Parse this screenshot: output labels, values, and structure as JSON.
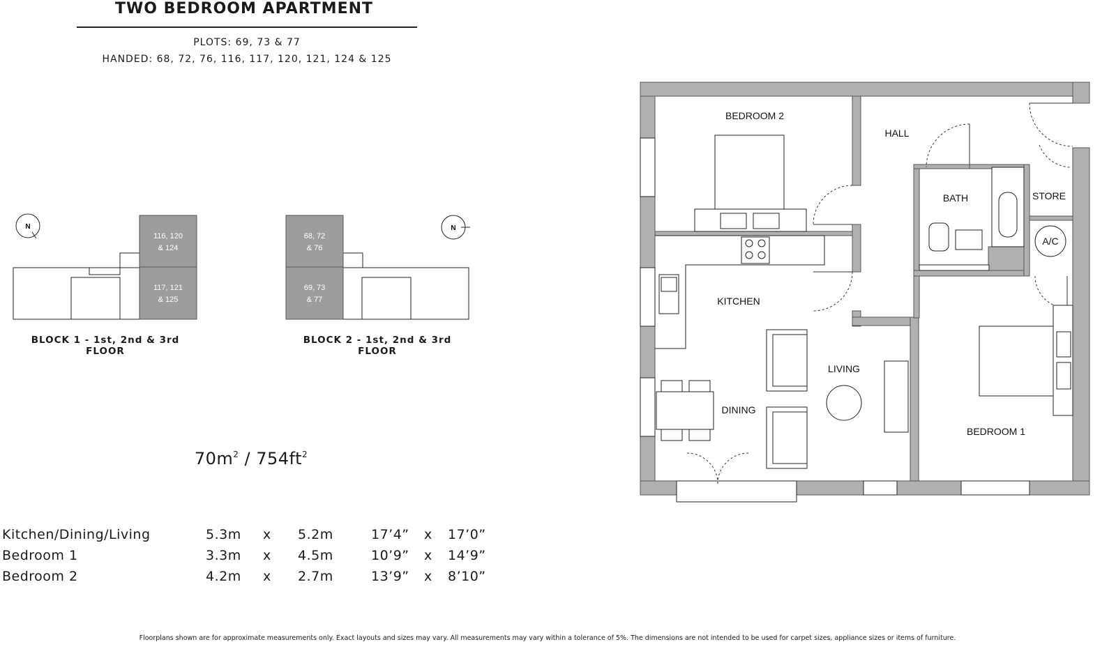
{
  "header": {
    "title": "TWO BEDROOM APARTMENT",
    "plots": "PLOTS: 69, 73 & 77",
    "handed": "HANDED: 68, 72, 76, 116, 117, 120, 121, 124 & 125"
  },
  "key_plans": [
    {
      "caption": "BLOCK 1 - 1st, 2nd & 3rd FLOOR",
      "north": "N",
      "units": [
        {
          "line1": "116, 120",
          "line2": "& 124"
        },
        {
          "line1": "117, 121",
          "line2": "& 125"
        }
      ]
    },
    {
      "caption": "BLOCK 2 - 1st, 2nd & 3rd FLOOR",
      "north": "N",
      "units": [
        {
          "line1": "68, 72",
          "line2": "& 76"
        },
        {
          "line1": "69, 73",
          "line2": "& 77"
        }
      ]
    }
  ],
  "area": {
    "metric": "70m",
    "metric_sup": "2",
    "sep": " / ",
    "imperial": "754ft",
    "imperial_sup": "2"
  },
  "room_schedule": [
    {
      "room": "Kitchen/Dining/Living",
      "m1": "5.3m",
      "x": "x",
      "m2": "5.2m",
      "f1": "17’4”",
      "f2": "17’0”"
    },
    {
      "room": "Bedroom 1",
      "m1": "3.3m",
      "x": "x",
      "m2": "4.5m",
      "f1": "10’9”",
      "f2": "14’9”"
    },
    {
      "room": "Bedroom 2",
      "m1": "4.2m",
      "x": "x",
      "m2": "2.7m",
      "f1": "13’9”",
      "f2": "8’10”"
    }
  ],
  "floorplan": {
    "rooms": {
      "bedroom2": "BEDROOM 2",
      "hall": "HALL",
      "bath": "BATH",
      "store": "STORE",
      "ac": "A/C",
      "kitchen": "KITCHEN",
      "living": "LIVING",
      "dining": "DINING",
      "bedroom1": "BEDROOM 1"
    }
  },
  "colors": {
    "wall": "#b1b1b1",
    "highlight_unit": "#9d9d9d"
  },
  "disclaimer": "Floorplans shown are for approximate measurements only. Exact layouts and sizes may vary. All measurements may vary within a tolerance of 5%. The dimensions are not intended to be used for carpet sizes, appliance sizes or items of furniture."
}
